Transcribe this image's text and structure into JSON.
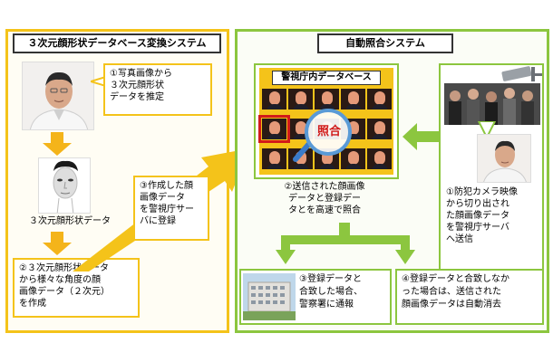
{
  "left_panel": {
    "title": "３次元顔形状データベース変換システム",
    "step1": "①写真画像から\n３次元顔形状\nデータを推定",
    "model_caption": "３次元顔形状データ",
    "step2": "②３次元顔形状データ\nから様々な角度の顔\n画像データ（２次元）\nを作成",
    "step3": "③作成した顔\n画像データ\nを警視庁サー\nバに登録"
  },
  "right_panel": {
    "title": "自動照合システム",
    "database_label": "警視庁内データベース",
    "match_label": "照合",
    "step2": "②送信された顔画像\nデータと登録デー\nタとを高速で照合",
    "step1": "①防犯カメラ映像\nから切り出され\nた顔画像データ\nを警視庁サーバ\nへ送信",
    "step3_match": "③登録データと\n合致した場合、\n警察署に通報",
    "step4_nomatch": "④登録データと合致しなか\nった場合は、送信された\n顔画像データは自動消去"
  },
  "colors": {
    "yellow": "#f4c31a",
    "green": "#8cc63f",
    "match_red": "#d11a1a"
  }
}
